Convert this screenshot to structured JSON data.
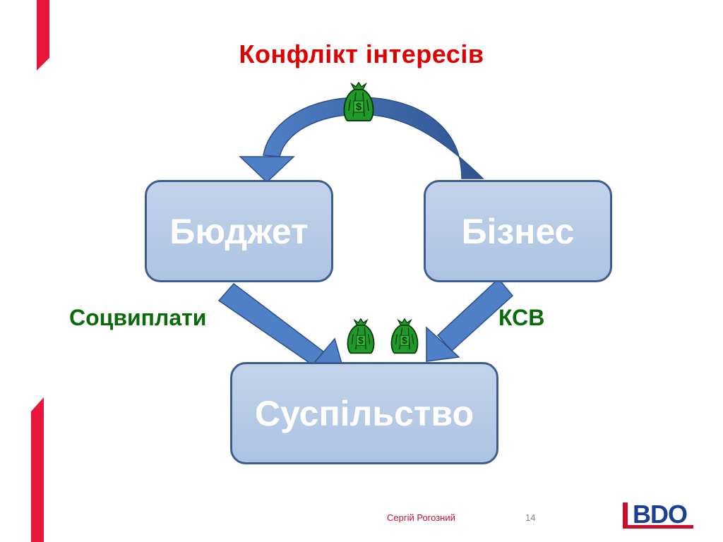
{
  "slide": {
    "title": "Конфлікт інтересів",
    "title_color": "#e00000",
    "accent_color": "#e8173a"
  },
  "diagram": {
    "nodes": {
      "budget": "Бюджет",
      "business": "Бізнес",
      "society": "Суспільство"
    },
    "labels": {
      "social_payments": "Соцвиплати",
      "csr": "КСВ"
    },
    "label_color": "#0b6b0b",
    "box_fill": "#b4c8e6",
    "box_border": "#3d5c91",
    "arrow_color": "#4a74b8",
    "money_color": "#1f9a2a"
  },
  "footer": {
    "author": "Сергій Рогозний",
    "page_number": "14",
    "logo": "BDO"
  }
}
